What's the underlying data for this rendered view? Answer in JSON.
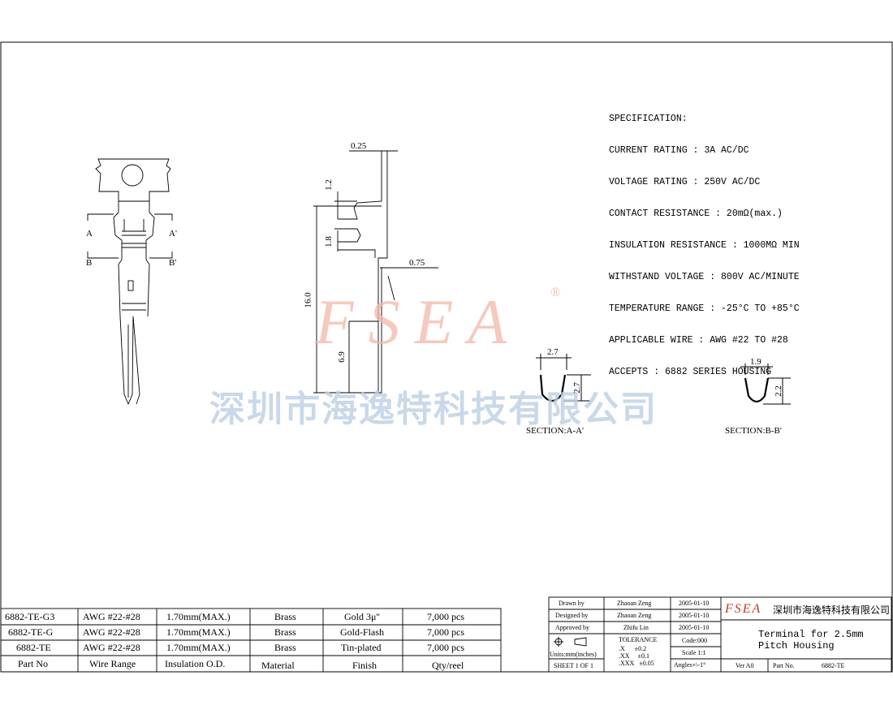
{
  "spec": {
    "lines": [
      "SPECIFICATION:",
      "CURRENT RATING : 3A AC/DC",
      "VOLTAGE RATING : 250V AC/DC",
      "CONTACT RESISTANCE : 20mΩ(max.)",
      "INSULATION RESISTANCE : 1000MΩ MIN",
      "WITHSTAND VOLTAGE : 800V AC/MINUTE",
      "TEMPERATURE RANGE : -25°C TO +85°C",
      "APPLICABLE WIRE : AWG #22 TO #28",
      "ACCEPTS : 6882 SERIES HOUSING"
    ]
  },
  "watermark": {
    "brand": "FSEA",
    "registered": "®",
    "company_cn": "深圳市海逸特科技有限公司"
  },
  "front_view": {
    "labels": {
      "a": "A",
      "a_prime": "A'",
      "b": "B",
      "b_prime": "B'"
    }
  },
  "side_view": {
    "dims": {
      "top_width": "0.25",
      "tab": "1.2",
      "gap": "1.8",
      "offset": "0.75",
      "length": "16.0",
      "pin": "6.9"
    }
  },
  "sections": {
    "a": {
      "title": "SECTION:A-A'",
      "width": "2.7",
      "height": "2.7"
    },
    "b": {
      "title": "SECTION:B-B'",
      "width": "1.9",
      "height": "2.2"
    }
  },
  "parts_table": {
    "header": [
      "Part No",
      "Wire Range",
      "Insulation O.D.",
      "Material",
      "Finish",
      "Qty/reel"
    ],
    "rows": [
      [
        "6882-TE-G3",
        "AWG #22-#28",
        "1.70mm(MAX.)",
        "Brass",
        "Gold 3μ''",
        "7,000 pcs"
      ],
      [
        "6882-TE-G",
        "AWG #22-#28",
        "1.70mm(MAX.)",
        "Brass",
        "Gold-Flash",
        "7,000 pcs"
      ],
      [
        "6882-TE",
        "AWG #22-#28",
        "1.70mm(MAX.)",
        "Brass",
        "Tin-plated",
        "7,000 pcs"
      ]
    ]
  },
  "title_block": {
    "drawn_label": "Drawn by",
    "drawn_name": "Zhaoan Zeng",
    "drawn_date": "2005-01-10",
    "designed_label": "Designed by",
    "designed_name": "Zhaoan Zeng",
    "designed_date": "2005-01-10",
    "approved_label": "Approved by",
    "approved_name": "Zhifu Lin",
    "approved_date": "2005-01-10",
    "tolerance_label": "TOLERANCE",
    "tol_x": ".X      ±0.2",
    "tol_xx": ".XX     ±0.1",
    "tol_xxx": ".XXX   ±0.05",
    "units": "Units:mm(inches)",
    "code": "Code:000",
    "scale": "Scale 1:1",
    "angles": "Angles+\\-1°",
    "sheet": "SHEET 1 OF 1",
    "company_brand": "FSEA",
    "company_name": "深圳市海逸特科技有限公司",
    "title_line1": "Terminal for 2.5mm",
    "title_line2": "Pitch Housing",
    "ver": "Ver A0",
    "part_no_label": "Part No.",
    "part_no": "6882-TE"
  }
}
